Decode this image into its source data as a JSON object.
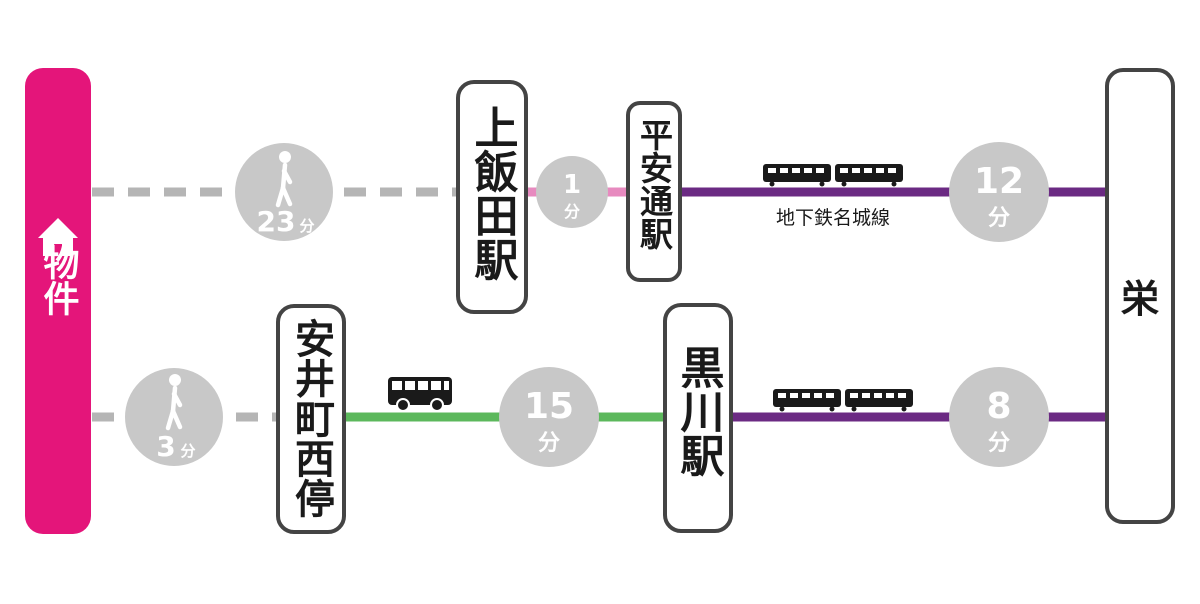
{
  "property": {
    "label": "物件"
  },
  "routes": [
    {
      "walk": {
        "number": "23",
        "unit": "分"
      },
      "board_station": "上飯田駅",
      "transfer": {
        "number": "1",
        "unit": "分"
      },
      "transfer_station": "平安通駅",
      "ride": {
        "number": "12",
        "unit": "分"
      },
      "line_name": "地下鉄名城線",
      "line_color": "#6b2a83"
    },
    {
      "walk": {
        "number": "3",
        "unit": "分"
      },
      "board_station": "安井町西停",
      "bus": {
        "number": "15",
        "unit": "分"
      },
      "bus_color": "#5cb85c",
      "transfer_station": "黒川駅",
      "ride": {
        "number": "8",
        "unit": "分"
      },
      "line_color": "#6b2a83"
    }
  ],
  "destination": {
    "label": "栄"
  },
  "colors": {
    "property": "#e4157a",
    "walk": "#b5b5b5",
    "transfer_link": "#e78abf",
    "subway": "#6b2a83",
    "bus": "#5cb85c",
    "badge": "#c8c8c8"
  },
  "icons": [
    "house-icon",
    "walker-icon",
    "bus-icon",
    "train-icon"
  ]
}
